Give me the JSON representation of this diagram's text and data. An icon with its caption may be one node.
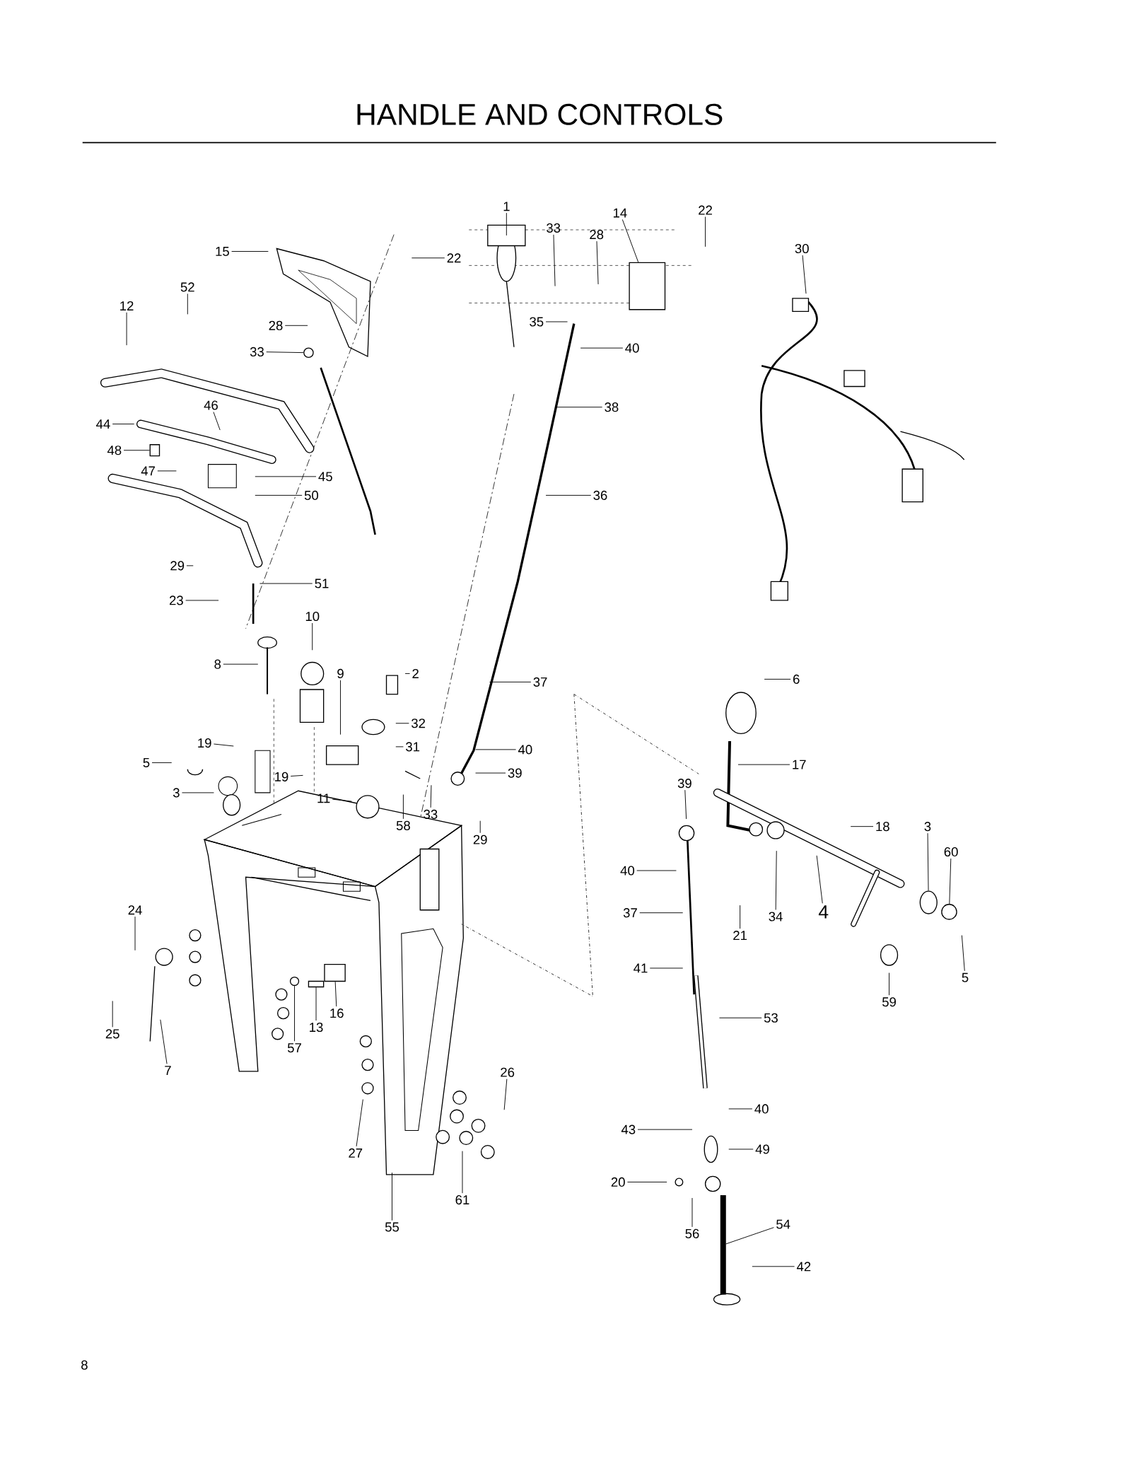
{
  "diagram": {
    "title": "HANDLE AND CONTROLS",
    "nodes": [
      {
        "text": [
          "1"
        ]
      },
      {
        "text": [
          "33"
        ]
      },
      {
        "text": [
          "14"
        ]
      },
      {
        "text": [
          "28"
        ]
      },
      {
        "text": [
          "22"
        ]
      },
      {
        "text": [
          "22"
        ]
      },
      {
        "text": [
          "15"
        ]
      },
      {
        "text": [
          "30"
        ]
      },
      {
        "text": [
          "52"
        ]
      },
      {
        "text": [
          "12"
        ]
      },
      {
        "text": [
          "28"
        ]
      },
      {
        "text": [
          "33"
        ]
      },
      {
        "text": [
          "35"
        ]
      },
      {
        "text": [
          "40"
        ]
      },
      {
        "text": [
          "46"
        ]
      },
      {
        "text": [
          "38"
        ]
      },
      {
        "text": [
          "44"
        ]
      },
      {
        "text": [
          "48"
        ]
      },
      {
        "text": [
          "47"
        ]
      },
      {
        "text": [
          "45"
        ]
      },
      {
        "text": [
          "50"
        ]
      },
      {
        "text": [
          "36"
        ]
      },
      {
        "text": [
          "29"
        ]
      },
      {
        "text": [
          "23"
        ]
      },
      {
        "text": [
          "51"
        ]
      },
      {
        "text": [
          "10"
        ]
      },
      {
        "text": [
          "8"
        ]
      },
      {
        "text": [
          "9"
        ]
      },
      {
        "text": [
          "2"
        ]
      },
      {
        "text": [
          "37"
        ]
      },
      {
        "text": [
          "6"
        ]
      },
      {
        "text": [
          "32"
        ]
      },
      {
        "text": [
          "31"
        ]
      },
      {
        "text": [
          "40"
        ]
      },
      {
        "text": [
          "19"
        ]
      },
      {
        "text": [
          "5"
        ]
      },
      {
        "text": [
          "17"
        ]
      },
      {
        "text": [
          "39"
        ]
      },
      {
        "text": [
          "19"
        ]
      },
      {
        "text": [
          "3"
        ]
      },
      {
        "text": [
          "11"
        ]
      },
      {
        "text": [
          "58"
        ]
      },
      {
        "text": [
          "33"
        ]
      },
      {
        "text": [
          "29"
        ]
      },
      {
        "text": [
          "39"
        ]
      },
      {
        "text": [
          "18"
        ]
      },
      {
        "text": [
          "3"
        ]
      },
      {
        "text": [
          "60"
        ]
      },
      {
        "text": [
          "40"
        ]
      },
      {
        "text": [
          "4"
        ]
      },
      {
        "text": [
          "34"
        ]
      },
      {
        "text": [
          "21"
        ]
      },
      {
        "text": [
          "37"
        ]
      },
      {
        "text": [
          "24"
        ]
      },
      {
        "text": [
          "5"
        ]
      },
      {
        "text": [
          "59"
        ]
      },
      {
        "text": [
          "41"
        ]
      },
      {
        "text": [
          "53"
        ]
      },
      {
        "text": [
          "25"
        ]
      },
      {
        "text": [
          "16"
        ]
      },
      {
        "text": [
          "13"
        ]
      },
      {
        "text": [
          "57"
        ]
      },
      {
        "text": [
          "7"
        ]
      },
      {
        "text": [
          "26"
        ]
      },
      {
        "text": [
          "40"
        ]
      },
      {
        "text": [
          "43"
        ]
      },
      {
        "text": [
          "49"
        ]
      },
      {
        "text": [
          "27"
        ]
      },
      {
        "text": [
          "20"
        ]
      },
      {
        "text": [
          "61"
        ]
      },
      {
        "text": [
          "55"
        ]
      },
      {
        "text": [
          "54"
        ]
      },
      {
        "text": [
          "56"
        ]
      },
      {
        "text": [
          "42"
        ]
      },
      {
        "text": [],
        "shape": "box"
      },
      {
        "text": [],
        "shape": "circle"
      },
      {
        "text": [],
        "shape": "box"
      },
      {
        "text": [],
        "shape": "circle"
      },
      {
        "text": [],
        "shape": "box"
      },
      {
        "text": [],
        "shape": "box"
      },
      {
        "text": [],
        "shape": "bar"
      },
      {
        "text": [],
        "shape": "circle"
      },
      {
        "text": [],
        "shape": "circle"
      }
    ],
    "edges": [
      {
        "from": 0,
        "to": null,
        "arrow": "none"
      },
      {
        "from": 1,
        "to": null,
        "arrow": "none"
      },
      {
        "from": 2,
        "to": 74,
        "arrow": "none"
      },
      {
        "from": 3,
        "to": null,
        "arrow": "none"
      },
      {
        "from": 4,
        "to": null,
        "arrow": "none"
      },
      {
        "from": 5,
        "to": null,
        "arrow": "none"
      },
      {
        "from": 6,
        "to": null,
        "arrow": "none"
      },
      {
        "from": 7,
        "to": null,
        "arrow": "none"
      },
      {
        "from": 8,
        "to": null,
        "arrow": "none"
      },
      {
        "from": 9,
        "to": null,
        "arrow": "none"
      },
      {
        "from": 10,
        "to": null,
        "arrow": "none"
      },
      {
        "from": 11,
        "to": 75,
        "arrow": "none"
      },
      {
        "from": 12,
        "to": null,
        "arrow": "none"
      },
      {
        "from": 13,
        "to": null,
        "arrow": "none"
      },
      {
        "from": 14,
        "to": null,
        "arrow": "none"
      },
      {
        "from": 15,
        "to": null,
        "arrow": "none"
      },
      {
        "from": 16,
        "to": null,
        "arrow": "none"
      },
      {
        "from": 17,
        "to": 76,
        "arrow": "none"
      },
      {
        "from": 18,
        "to": null,
        "arrow": "none"
      },
      {
        "from": 19,
        "to": null,
        "arrow": "none"
      },
      {
        "from": 20,
        "to": null,
        "arrow": "none"
      },
      {
        "from": 21,
        "to": null,
        "arrow": "none"
      },
      {
        "from": 22,
        "to": null,
        "arrow": "none"
      },
      {
        "from": 23,
        "to": null,
        "arrow": "none"
      },
      {
        "from": 24,
        "to": null,
        "arrow": "none"
      },
      {
        "from": 25,
        "to": null,
        "arrow": "none"
      },
      {
        "from": 26,
        "to": null,
        "arrow": "none"
      },
      {
        "from": 27,
        "to": null,
        "arrow": "none"
      },
      {
        "from": 28,
        "to": null,
        "arrow": "none"
      },
      {
        "from": 29,
        "to": null,
        "arrow": "none"
      },
      {
        "from": 30,
        "to": null,
        "arrow": "none"
      },
      {
        "from": 31,
        "to": null,
        "arrow": "none"
      },
      {
        "from": 32,
        "to": null,
        "arrow": "none"
      },
      {
        "from": 33,
        "to": null,
        "arrow": "none"
      },
      {
        "from": 34,
        "to": null,
        "arrow": "none"
      },
      {
        "from": 35,
        "to": null,
        "arrow": "none"
      },
      {
        "from": 36,
        "to": null,
        "arrow": "none"
      },
      {
        "from": 37,
        "to": null,
        "arrow": "none"
      },
      {
        "from": 38,
        "to": null,
        "arrow": "none"
      },
      {
        "from": 39,
        "to": null,
        "arrow": "none"
      },
      {
        "from": 40,
        "to": null,
        "arrow": "none"
      },
      {
        "from": 41,
        "to": null,
        "arrow": "none"
      },
      {
        "from": 42,
        "to": null,
        "arrow": "none"
      },
      {
        "from": 43,
        "to": null,
        "arrow": "none"
      },
      {
        "from": 44,
        "to": null,
        "arrow": "none"
      },
      {
        "from": 45,
        "to": null,
        "arrow": "none"
      },
      {
        "from": 46,
        "to": 77,
        "arrow": "none"
      },
      {
        "from": 47,
        "to": 81,
        "arrow": "none"
      },
      {
        "from": 48,
        "to": null,
        "arrow": "none"
      },
      {
        "from": 49,
        "to": null,
        "arrow": "none"
      },
      {
        "from": 50,
        "to": null,
        "arrow": "none"
      },
      {
        "from": 51,
        "to": null,
        "arrow": "none"
      },
      {
        "from": 52,
        "to": null,
        "arrow": "none"
      },
      {
        "from": 53,
        "to": null,
        "arrow": "none"
      },
      {
        "from": 54,
        "to": null,
        "arrow": "none"
      },
      {
        "from": 55,
        "to": null,
        "arrow": "none"
      },
      {
        "from": 56,
        "to": null,
        "arrow": "none"
      },
      {
        "from": 57,
        "to": null,
        "arrow": "none"
      },
      {
        "from": 58,
        "to": null,
        "arrow": "none"
      },
      {
        "from": 59,
        "to": 78,
        "arrow": "none"
      },
      {
        "from": 60,
        "to": 79,
        "arrow": "none"
      },
      {
        "from": 61,
        "to": 82,
        "arrow": "none"
      },
      {
        "from": 62,
        "to": null,
        "arrow": "none"
      },
      {
        "from": 63,
        "to": null,
        "arrow": "none"
      },
      {
        "from": 64,
        "to": null,
        "arrow": "none"
      },
      {
        "from": 65,
        "to": null,
        "arrow": "none"
      },
      {
        "from": 66,
        "to": null,
        "arrow": "none"
      },
      {
        "from": 67,
        "to": null,
        "arrow": "none"
      },
      {
        "from": 68,
        "to": null,
        "arrow": "none"
      },
      {
        "from": 69,
        "to": null,
        "arrow": "none"
      },
      {
        "from": 70,
        "to": null,
        "arrow": "none"
      },
      {
        "from": 71,
        "to": 80,
        "arrow": "none"
      },
      {
        "from": 72,
        "to": null,
        "arrow": "none"
      },
      {
        "from": 73,
        "to": null,
        "arrow": "none"
      }
    ],
    "labels": [
      "8"
    ]
  }
}
